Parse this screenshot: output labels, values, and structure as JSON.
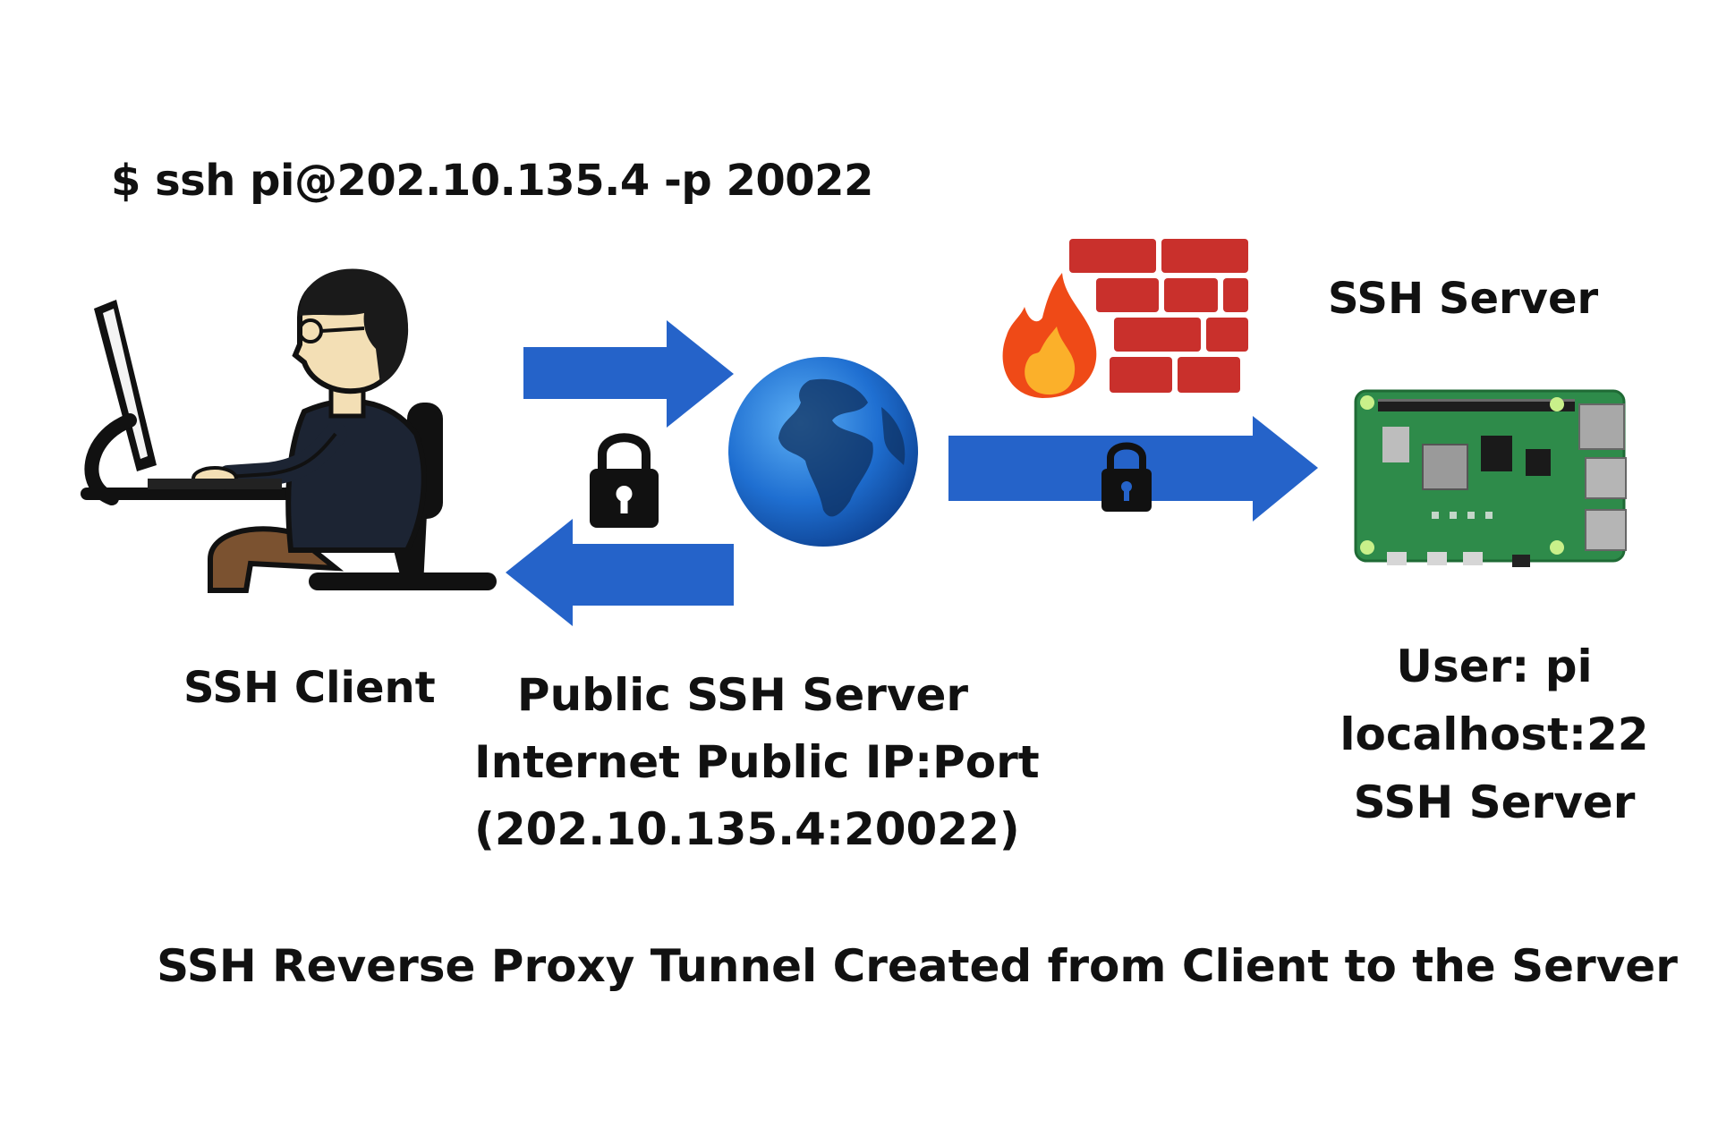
{
  "command": "$ ssh pi@202.10.135.4 -p 20022",
  "client": {
    "label": "SSH Client"
  },
  "public_server": {
    "line1": "Public SSH Server",
    "line2": "Internet Public IP:Port",
    "line3": "(202.10.135.4:20022)"
  },
  "server": {
    "title": "SSH Server",
    "line1": "User: pi",
    "line2": "localhost:22",
    "line3": "SSH Server"
  },
  "caption": "SSH Reverse Proxy Tunnel Created from Client to the Server",
  "icons": [
    "user-at-computer-icon",
    "globe-icon",
    "firewall-icon",
    "fire-icon",
    "padlock-icon",
    "raspberry-pi-board-icon",
    "arrow-right-icon",
    "arrow-left-icon"
  ],
  "colors": {
    "arrow": "#2563c9",
    "brick": "#c9302c",
    "board": "#2e8b4a",
    "globe": "#1f6fd1"
  }
}
